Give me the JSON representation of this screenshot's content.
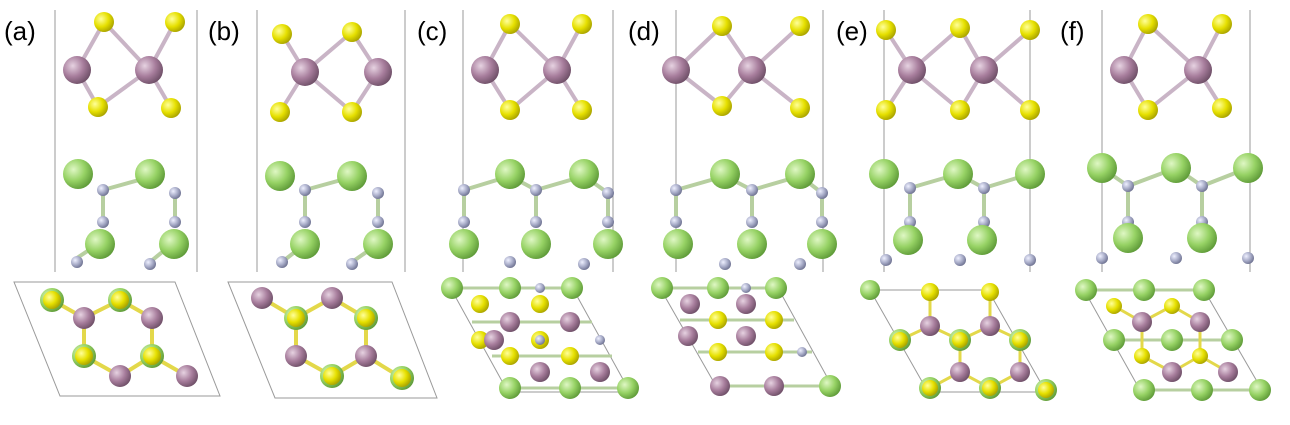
{
  "figure": {
    "panels": [
      {
        "id": "a",
        "label": "(a)"
      },
      {
        "id": "b",
        "label": "(b)"
      },
      {
        "id": "c",
        "label": "(c)"
      },
      {
        "id": "d",
        "label": "(d)"
      },
      {
        "id": "e",
        "label": "(e)"
      },
      {
        "id": "f",
        "label": "(f)"
      }
    ],
    "colors": {
      "metal_atom": "#b08aa6",
      "chalcogen_atom": "#e8e800",
      "green_atom": "#9ad36a",
      "small_atom": "#a9adc8",
      "cell_line": "#9a9a9a",
      "bond_metal_chalcogen": "#c9b4c6",
      "bond_green_small": "#b7cfa0"
    }
  }
}
